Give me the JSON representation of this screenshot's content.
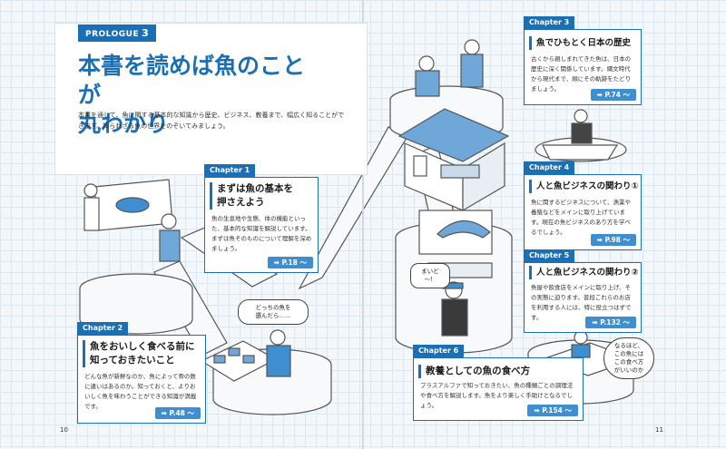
{
  "header": {
    "prologue_label": "PROLOGUE",
    "prologue_number": "3",
    "title": "本書を読めば魚のことが\n丸わかり",
    "intro": "本書を通して、魚に関する基本的な知識から歴史、ビジネス、教養まで、幅広く知ることができます。知られざる魚の世界をのぞいてみましょう。"
  },
  "chapters": [
    {
      "label": "Chapter 1",
      "title": "まずは魚の基本を\n押さえよう",
      "description": "魚の生息地や生態、体の機能といった、基本的な知識を解説しています。まずは魚そのものについて理解を深めましょう。",
      "page": "➡ P.18 ～"
    },
    {
      "label": "Chapter 2",
      "title": "魚をおいしく食べる前に\n知っておきたいこと",
      "description": "どんな魚が新鮮なのか、魚によって骨の数に違いはあるのか。知っておくと、よりおいしく魚を味わうことができる知識が満載です。",
      "page": "➡ P.48 ～"
    },
    {
      "label": "Chapter 3",
      "title": "魚でひもとく日本の歴史",
      "description": "古くから親しまれてきた魚は、日本の歴史に深く関係しています。縄文時代から現代まで、順にその軌跡をたどりましょう。",
      "page": "➡ P.74 ～"
    },
    {
      "label": "Chapter 4",
      "title": "人と魚ビジネスの関わり①",
      "description": "魚に関するビジネスについて、漁業や養殖などをメインに取り上げています。現在の魚ビジネスのあり方を学べるでしょう。",
      "page": "➡ P.98 ～"
    },
    {
      "label": "Chapter 5",
      "title": "人と魚ビジネスの関わり②",
      "description": "魚屋や飲食店をメインに取り上げ、その実態に迫ります。普段これらのお店を利用する人には、特に役立つはずです。",
      "page": "➡ P.132 ～"
    },
    {
      "label": "Chapter 6",
      "title": "教養としての魚の食べ方",
      "description": "プラスアルファで知っておきたい、魚の種類ごとの調理法や食べ方を解説します。魚をより楽しく手助けとなるでしょう。",
      "page": "➡ P.154 ～"
    }
  ],
  "bubbles": {
    "choose_fish": "どっちの魚を\n選んだら……",
    "shop_greeting": "まいど～！",
    "eat_this_way": "なるほど、\nこの魚には\nこの食べ方\nがいいのか"
  },
  "folio": {
    "left": "10",
    "right": "11"
  },
  "colors": {
    "accent": "#1b6fb5",
    "accent_light": "#3f8fd0",
    "paper": "#f4f8fb"
  }
}
